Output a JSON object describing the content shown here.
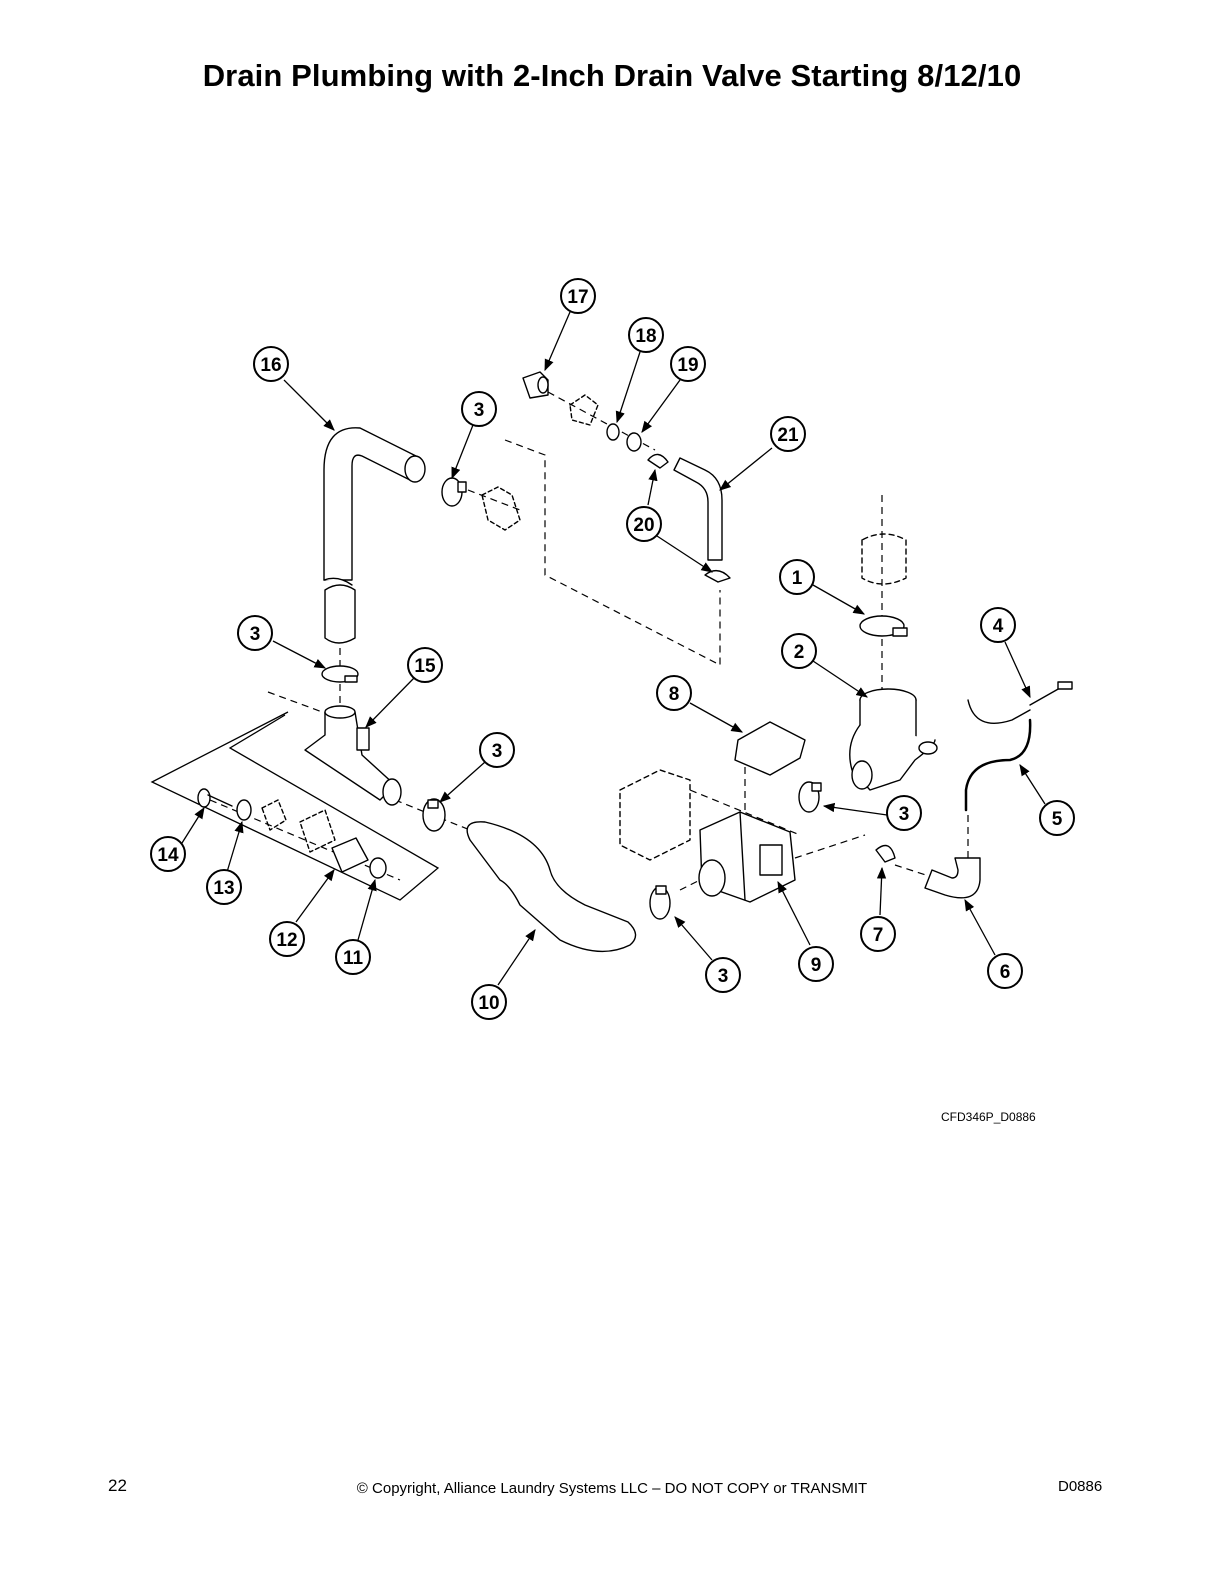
{
  "title": "Drain Plumbing with 2-Inch Drain Valve Starting 8/12/10",
  "drawing_id": "CFD346P_D0886",
  "footer": {
    "page_number": "22",
    "copyright": "© Copyright, Alliance Laundry Systems LLC – DO NOT COPY or TRANSMIT",
    "doc_code": "D0886"
  },
  "callouts": [
    "17",
    "18",
    "19",
    "16",
    "3",
    "21",
    "20",
    "1",
    "3",
    "15",
    "4",
    "2",
    "8",
    "3",
    "3",
    "5",
    "14",
    "13",
    "12",
    "11",
    "9",
    "7",
    "3",
    "6",
    "10"
  ]
}
